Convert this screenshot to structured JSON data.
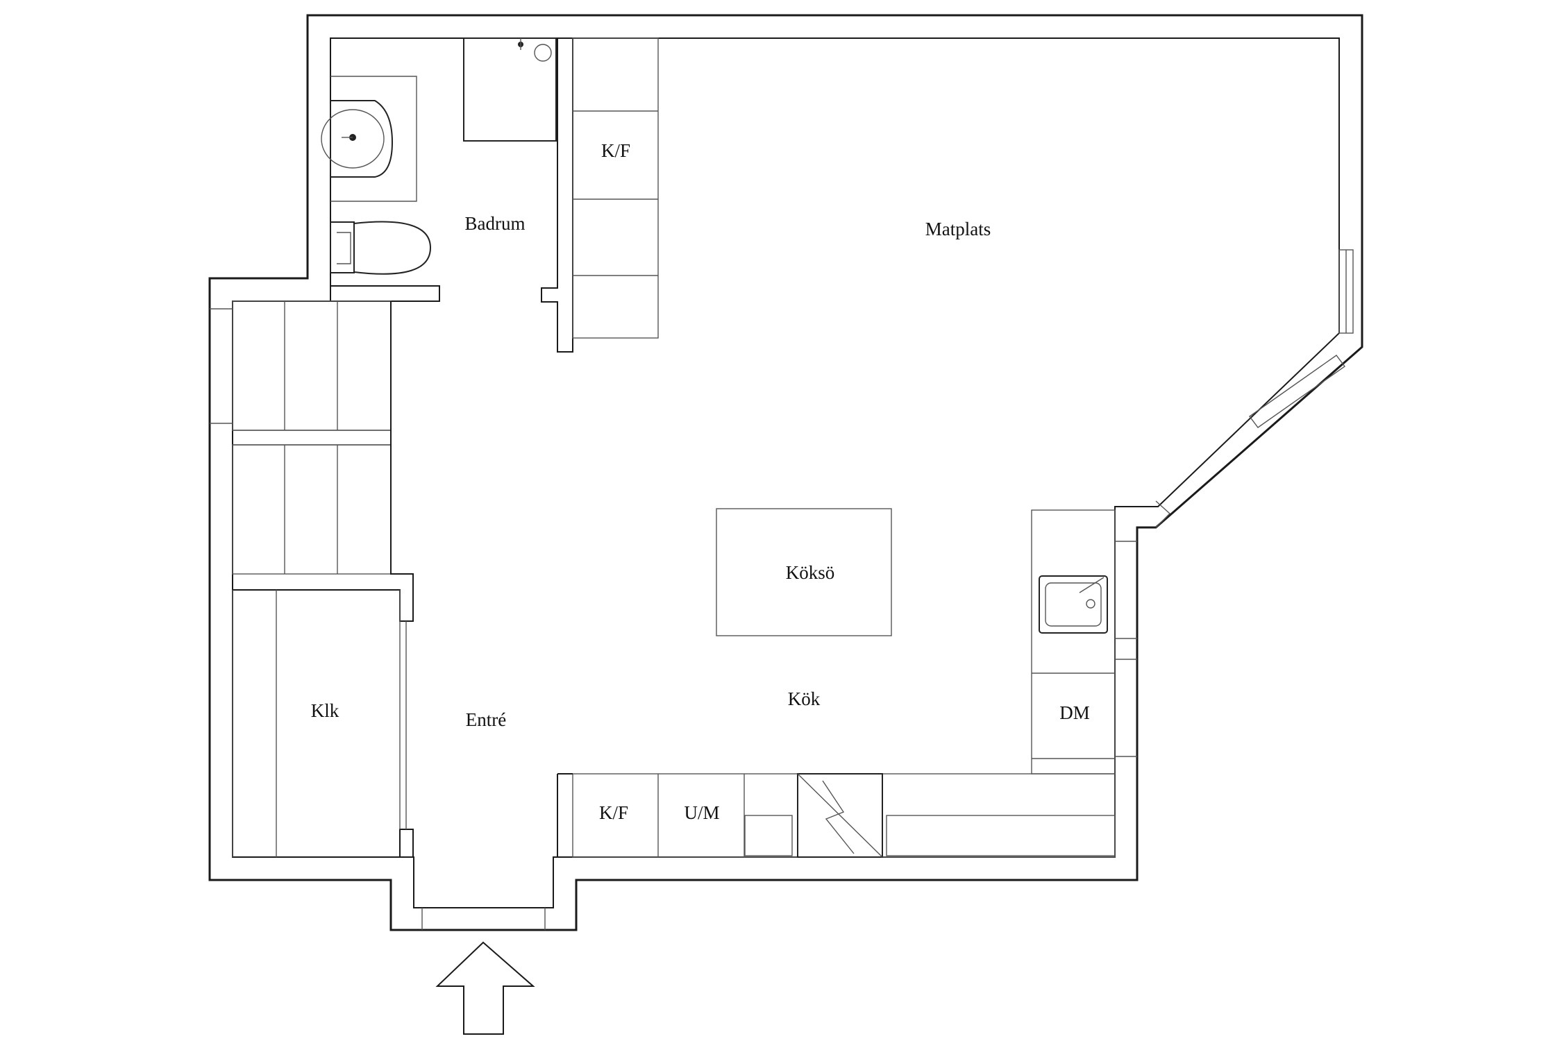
{
  "rooms": {
    "badrum": "Badrum",
    "matplats": "Matplats",
    "kok": "Kök",
    "koksö": "Köksö",
    "klk": "Klk",
    "entre": "Entré"
  },
  "appliances": {
    "kf_upper": "K/F",
    "kf_lower": "K/F",
    "um": "U/M",
    "dm": "DM"
  },
  "colors": {
    "wall": "#1a1a1a",
    "line": "#555555",
    "background": "#ffffff"
  },
  "icons": {
    "entrance": "entrance-arrow-icon",
    "sink": "kitchen-sink-icon",
    "basin": "wash-basin-icon",
    "toilet": "toilet-icon",
    "shower": "shower-icon",
    "stove": "stove-icon"
  }
}
